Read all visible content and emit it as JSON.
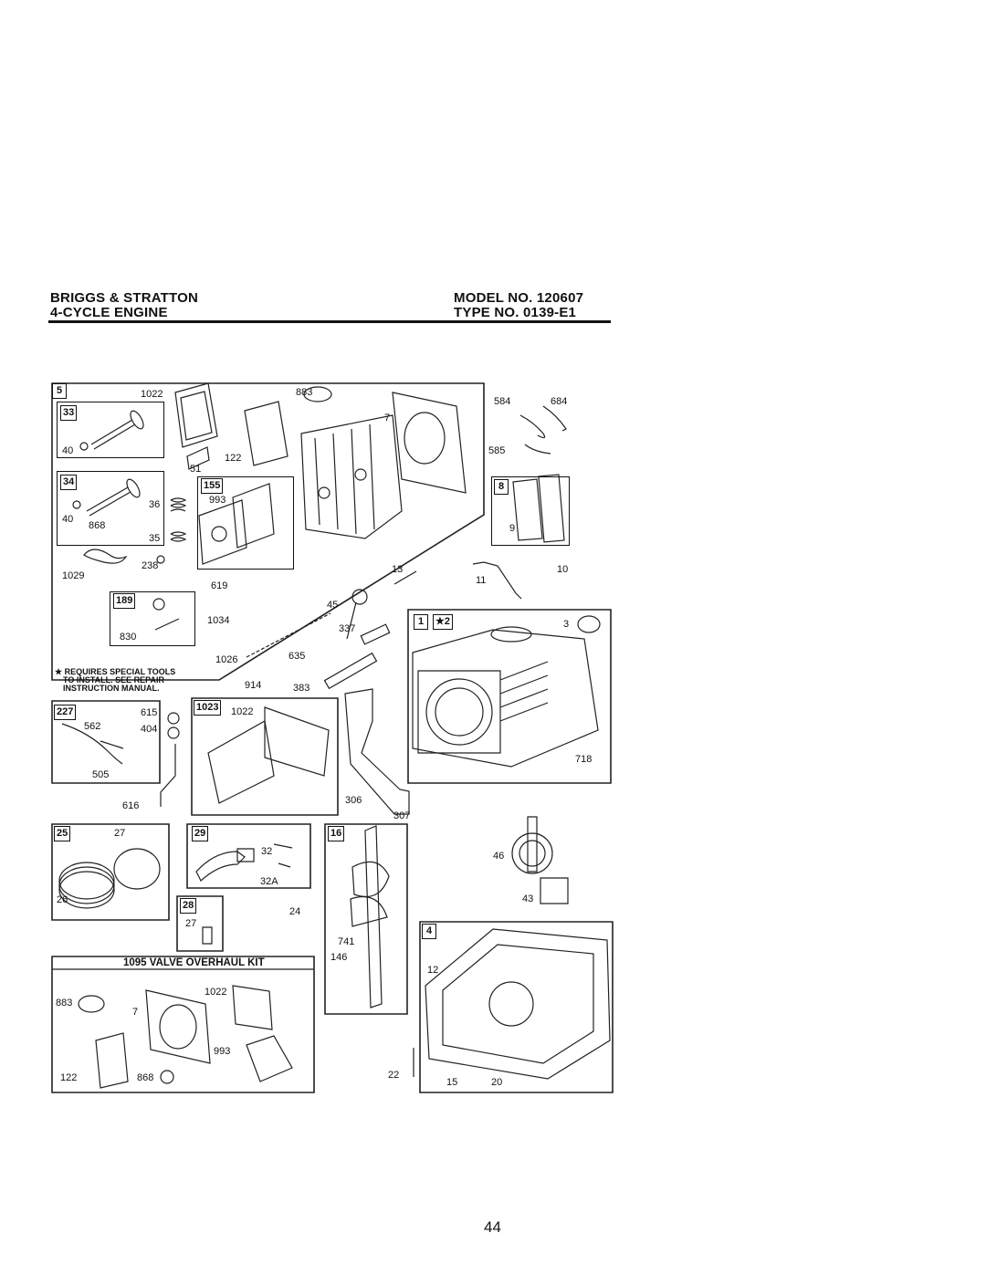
{
  "header": {
    "left_line1": "BRIGGS & STRATTON",
    "left_line2": "4-CYCLE ENGINE",
    "right_line1": "MODEL NO. 120607",
    "right_line2": "TYPE NO. 0139-E1"
  },
  "note": {
    "line1": "★ REQUIRES SPECIAL TOOLS",
    "line2": "TO INSTALL.  SEE REPAIR",
    "line3": "INSTRUCTION MANUAL."
  },
  "kit_title": "1095 VALVE OVERHAUL KIT",
  "tags": {
    "t5": "5",
    "t33": "33",
    "t34": "34",
    "t155": "155",
    "t189": "189",
    "t8": "8",
    "t1": "1",
    "t2": "★2",
    "t227": "227",
    "t1023": "1023",
    "t25": "25",
    "t29": "29",
    "t16": "16",
    "t28": "28",
    "t4": "4"
  },
  "labels": {
    "l1022a": "1022",
    "l883a": "883",
    "l7a": "7",
    "l584": "584",
    "l684": "684",
    "l585": "585",
    "l40a": "40",
    "l51": "51",
    "l122a": "122",
    "l36": "36",
    "l40b": "40",
    "l868a": "868",
    "l993a": "993",
    "l35": "35",
    "l1029": "1029",
    "l238": "238",
    "l619": "619",
    "l9": "9",
    "l13": "13",
    "l11": "11",
    "l10": "10",
    "l45": "45",
    "l3": "3",
    "l830": "830",
    "l1034": "1034",
    "l337": "337",
    "l1026": "1026",
    "l635": "635",
    "l914": "914",
    "l383": "383",
    "l615": "615",
    "l562": "562",
    "l404": "404",
    "l1022b": "1022",
    "l505": "505",
    "l718": "718",
    "l616": "616",
    "l306": "306",
    "l307": "307",
    "l27a": "27",
    "l32": "32",
    "l32a": "32A",
    "l46": "46",
    "l26": "26",
    "l43": "43",
    "l27b": "27",
    "l24": "24",
    "l741": "741",
    "l146": "146",
    "l12": "12",
    "l883b": "883",
    "l1022c": "1022",
    "l7b": "7",
    "l122b": "122",
    "l868b": "868",
    "l993b": "993",
    "l22": "22",
    "l15": "15",
    "l20": "20"
  },
  "page_number": "44"
}
